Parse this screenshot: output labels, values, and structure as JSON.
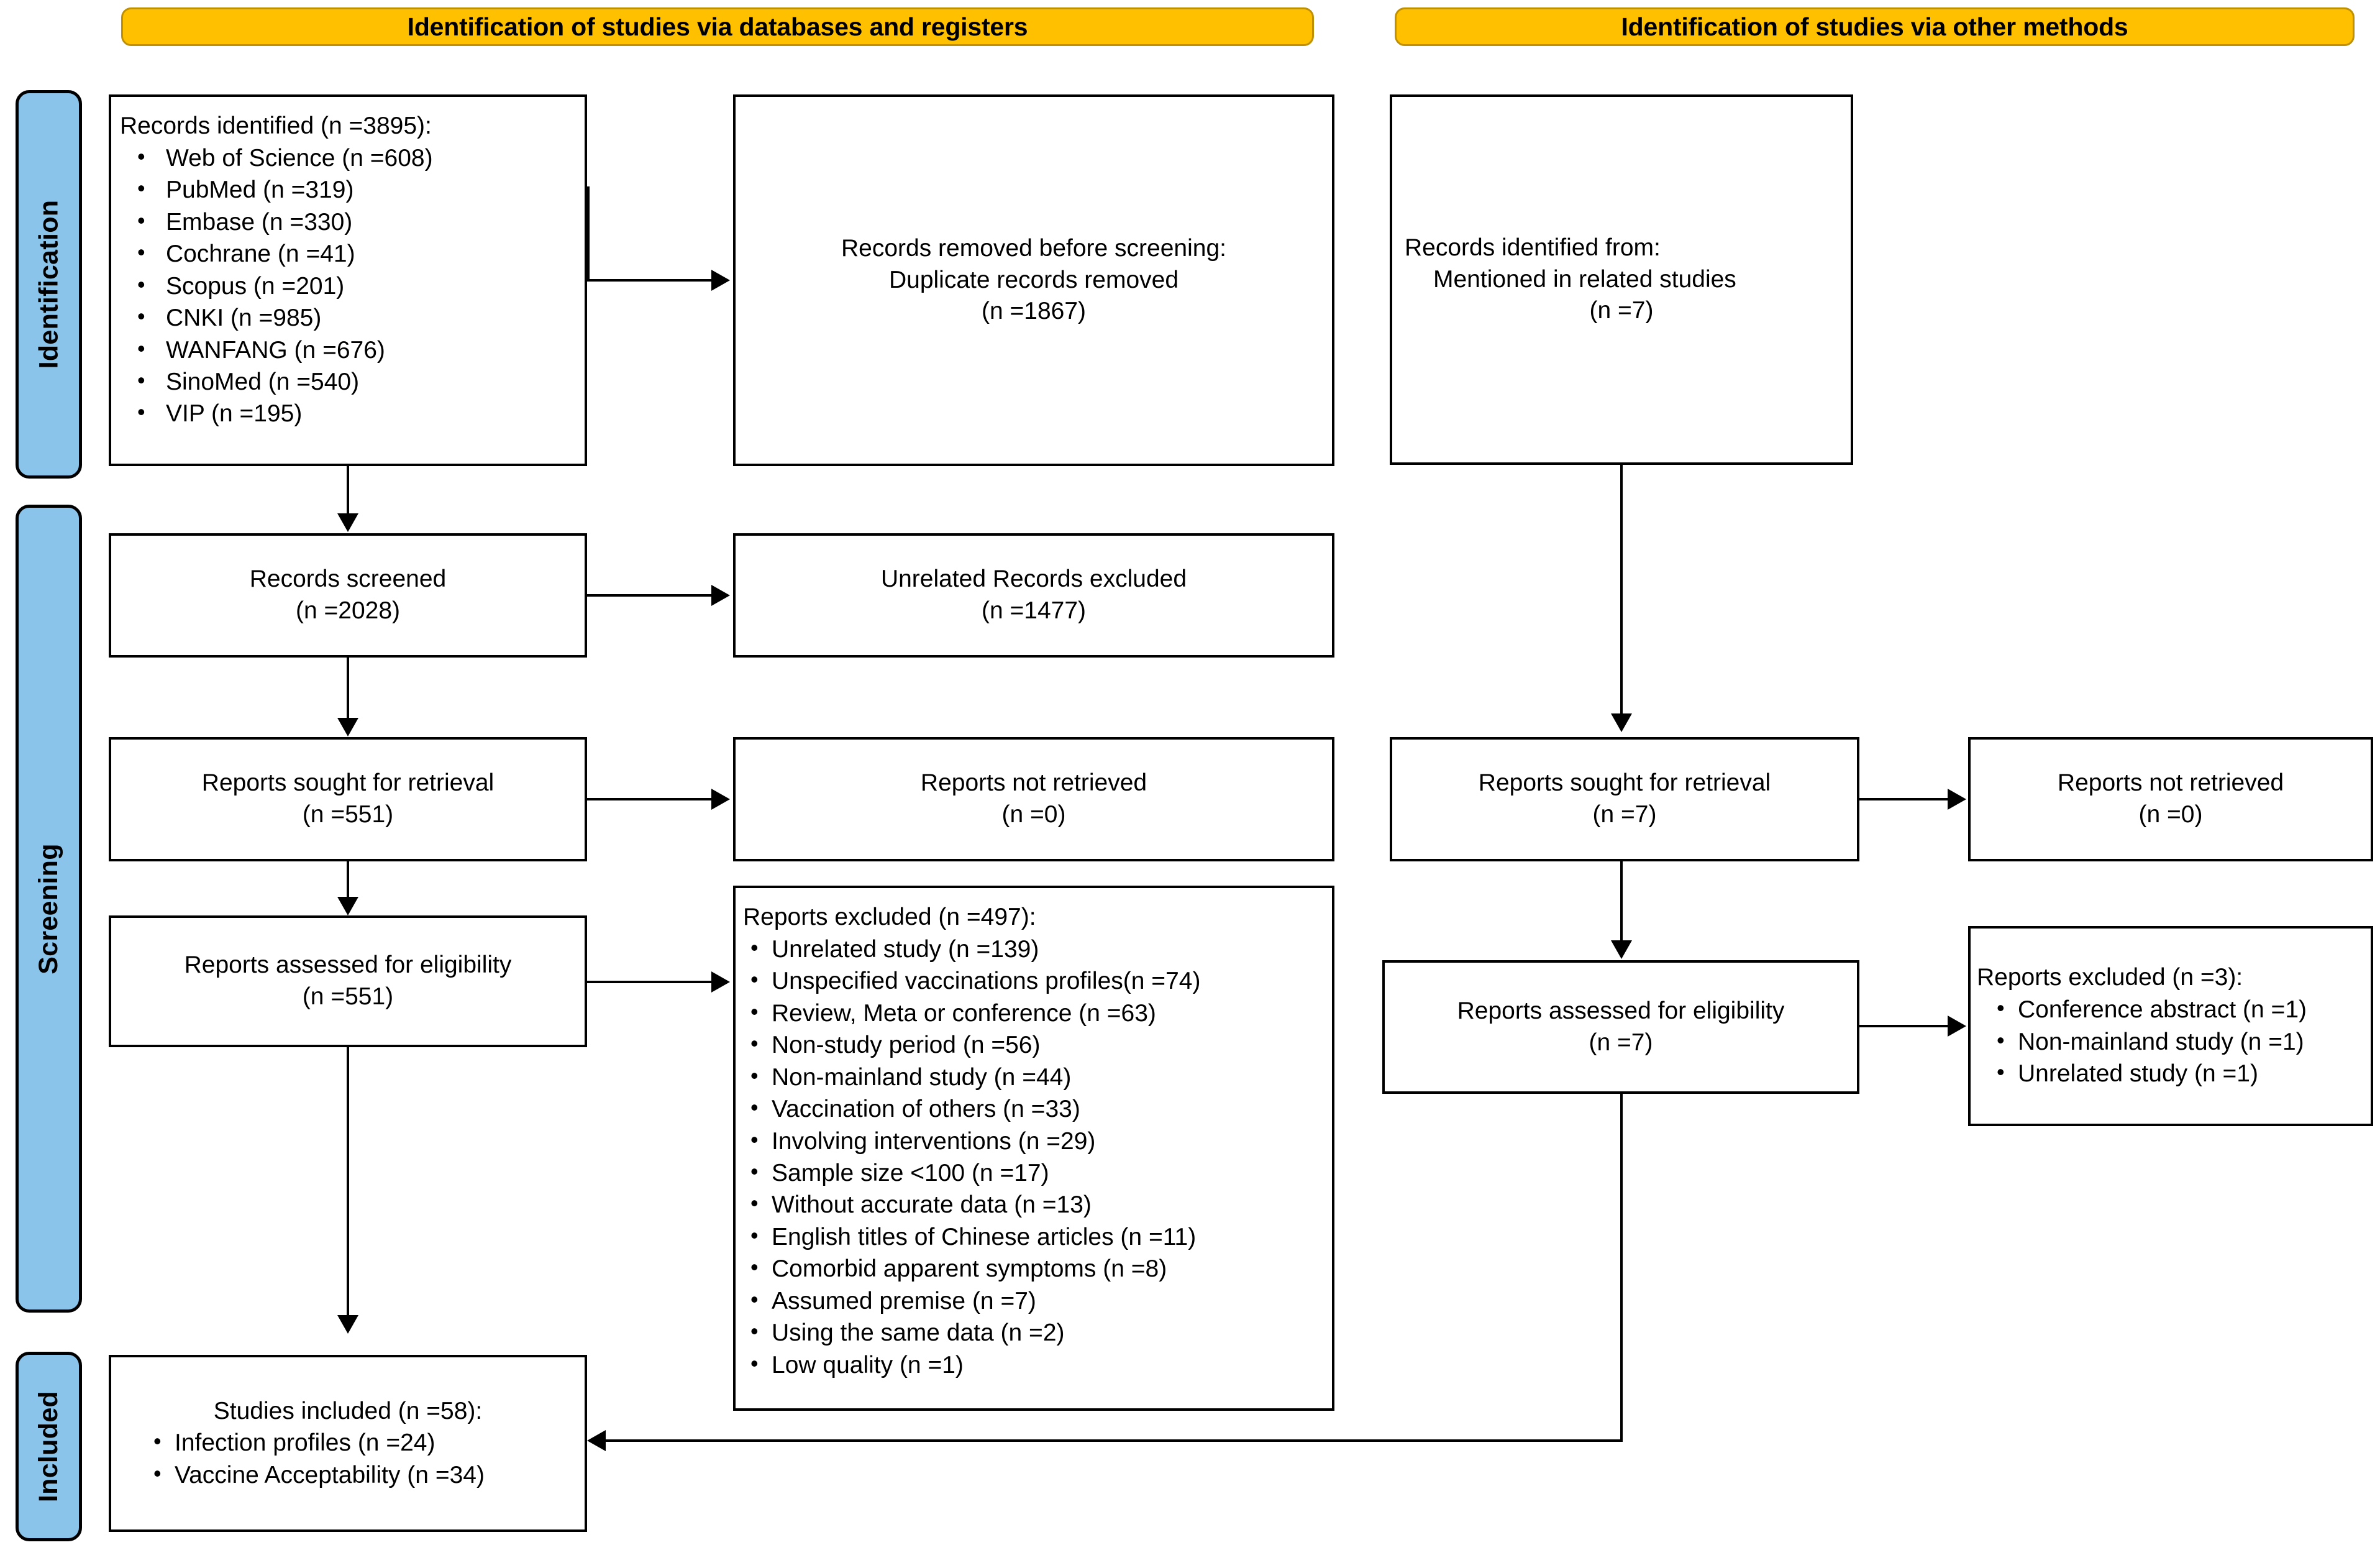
{
  "headers": {
    "databases": "Identification of studies via databases and registers",
    "other_methods": "Identification of studies via other methods"
  },
  "stage_labels": {
    "identification": "Identification",
    "screening": "Screening",
    "included": "Included"
  },
  "colors": {
    "header_fill": "#FFC000",
    "header_border": "#BF9000",
    "stage_fill": "#8AC4EB",
    "box_border": "#000000",
    "background": "#FFFFFF"
  },
  "left_column": {
    "records_identified": {
      "lead": "Records identified (n =3895):",
      "sources": [
        "Web of Science (n =608)",
        "PubMed (n =319)",
        "Embase (n =330)",
        "Cochrane (n =41)",
        "Scopus (n =201)",
        "CNKI (n =985)",
        "WANFANG (n =676)",
        "SinoMed (n =540)",
        "VIP (n =195)"
      ]
    },
    "records_removed": {
      "line1_pre": "Records removed ",
      "line1_italic": "before screening",
      "line1_post": ":",
      "line2": "Duplicate records removed",
      "line3": "(n =1867)"
    },
    "records_screened": {
      "line1": "Records screened",
      "line2": "(n =2028)"
    },
    "records_excluded": {
      "line1": "Unrelated Records excluded",
      "line2": "(n =1477)"
    },
    "reports_sought": {
      "line1": "Reports sought for retrieval",
      "line2": "(n =551)"
    },
    "reports_not_retrieved": {
      "line1": "Reports not retrieved",
      "line2": "(n =0)"
    },
    "reports_assessed": {
      "line1": "Reports assessed for eligibility",
      "line2": "(n =551)"
    },
    "reports_excluded": {
      "lead": "Reports excluded (n =497):",
      "reasons": [
        "Unrelated study (n =139)",
        "Unspecified vaccinations profiles(n =74)",
        "Review, Meta or conference (n =63)",
        "Non-study period (n =56)",
        "Non-mainland study (n =44)",
        "Vaccination of others (n =33)",
        "Involving interventions (n =29)",
        "Sample size <100 (n =17)",
        "Without accurate data (n =13)",
        "English titles of Chinese articles (n =11)",
        "Comorbid apparent symptoms (n =8)",
        "Assumed premise (n =7)",
        "Using the same data (n =2)",
        "Low quality (n =1)"
      ]
    },
    "studies_included": {
      "lead": "Studies included (n =58):",
      "items": [
        "Infection profiles (n =24)",
        "Vaccine Acceptability (n =34)"
      ]
    }
  },
  "right_column": {
    "records_identified_from": {
      "line1": "Records identified from:",
      "line2": "Mentioned in related studies",
      "line3": "(n =7)"
    },
    "reports_sought": {
      "line1": "Reports sought for retrieval",
      "line2": "(n =7)"
    },
    "reports_not_retrieved": {
      "line1": "Reports not retrieved",
      "line2": "(n =0)"
    },
    "reports_assessed": {
      "line1": "Reports assessed for eligibility",
      "line2": "(n =7)"
    },
    "reports_excluded": {
      "lead": "Reports excluded (n =3):",
      "reasons": [
        "Conference abstract (n =1)",
        "Non-mainland study (n =1)",
        "Unrelated study (n =1)"
      ]
    }
  }
}
